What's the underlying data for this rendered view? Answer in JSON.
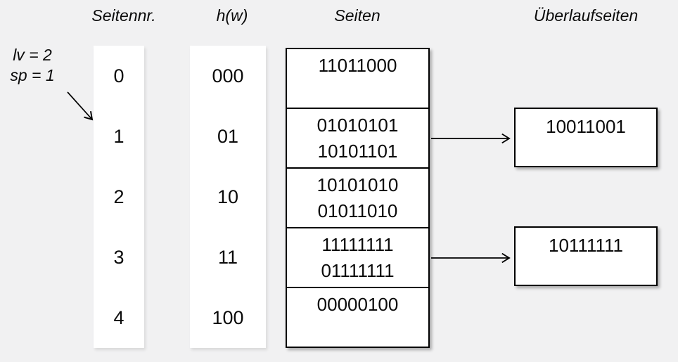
{
  "colors": {
    "background": "#f1f1f2",
    "box_fill": "#ffffff",
    "border": "#000000",
    "text": "#0a0a0a"
  },
  "annotation": {
    "lv": "lv = 2",
    "sp": "sp = 1"
  },
  "headers": {
    "seitennr": "Seitennr.",
    "hw": "h(w)",
    "seiten": "Seiten",
    "ueberlaufseiten": "Überlaufseiten"
  },
  "icons": {
    "split_pointer_arrow": "diagonal-arrow",
    "overflow_link_arrow": "right-arrow"
  },
  "rows": [
    {
      "nr": "0",
      "hw": "000",
      "values": [
        "11011000"
      ]
    },
    {
      "nr": "1",
      "hw": "01",
      "values": [
        "01010101",
        "10101101"
      ],
      "overflow": "10011001"
    },
    {
      "nr": "2",
      "hw": "10",
      "values": [
        "10101010",
        "01011010"
      ]
    },
    {
      "nr": "3",
      "hw": "11",
      "values": [
        "11111111",
        "01111111"
      ],
      "overflow": "10111111"
    },
    {
      "nr": "4",
      "hw": "100",
      "values": [
        "00000100"
      ]
    }
  ]
}
